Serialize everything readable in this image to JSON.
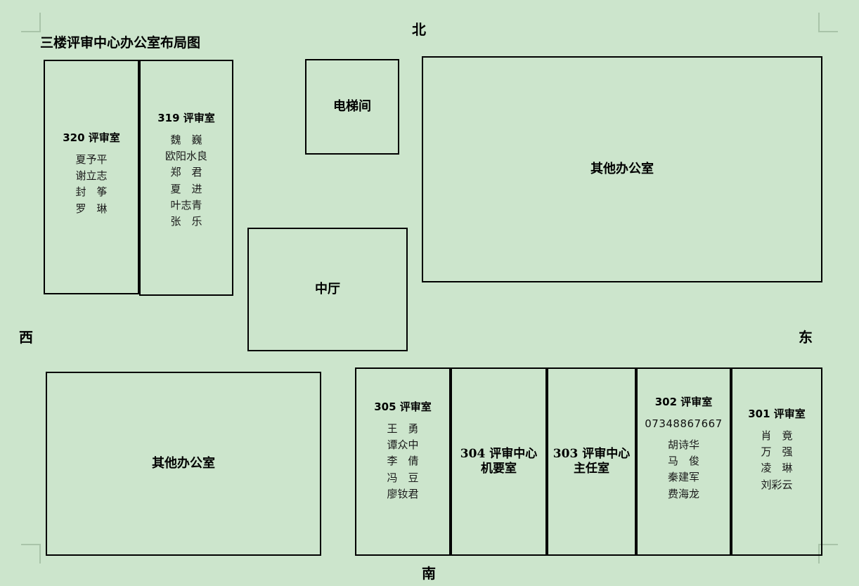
{
  "document": {
    "title": "三楼评审中心办公室布局图",
    "background_color": "#cce5cc",
    "line_color": "#000000",
    "crop_mark_color": "#a9c4a9"
  },
  "compass": {
    "north": "北",
    "west": "西",
    "east": "东",
    "south": "南"
  },
  "rooms": [
    {
      "id": "320",
      "label": "320 评审室",
      "occupants": [
        "夏予平",
        "谢立志",
        "封　筝",
        "罗　琳"
      ],
      "phone": ""
    },
    {
      "id": "319",
      "label": "319 评审室",
      "occupants": [
        "魏　巍",
        "欧阳水良",
        "郑　君",
        "夏　进",
        "叶志青",
        "张　乐"
      ],
      "phone": ""
    },
    {
      "id": "elevator",
      "label": "电梯间",
      "occupants": [],
      "phone": ""
    },
    {
      "id": "other-ne",
      "label": "其他办公室",
      "occupants": [],
      "phone": ""
    },
    {
      "id": "hall",
      "label": "中厅",
      "occupants": [],
      "phone": ""
    },
    {
      "id": "other-sw",
      "label": "其他办公室",
      "occupants": [],
      "phone": ""
    },
    {
      "id": "305",
      "label": "305 评审室",
      "occupants": [
        "王　勇",
        "谭众中",
        "李　倩",
        "冯　豆",
        "廖钕君"
      ],
      "phone": ""
    },
    {
      "id": "304",
      "label": "304 评审中心\n机要室",
      "occupants": [],
      "phone": ""
    },
    {
      "id": "303",
      "label": "303 评审中心\n主任室",
      "occupants": [],
      "phone": ""
    },
    {
      "id": "302",
      "label": "302 评审室",
      "occupants": [
        "胡诗华",
        "马　俊",
        "秦建军",
        "费海龙"
      ],
      "phone": "07348867667"
    },
    {
      "id": "301",
      "label": "301 评审室",
      "occupants": [
        "肖　竟",
        "万　强",
        "凌　琳",
        "刘彩云"
      ],
      "phone": ""
    }
  ]
}
